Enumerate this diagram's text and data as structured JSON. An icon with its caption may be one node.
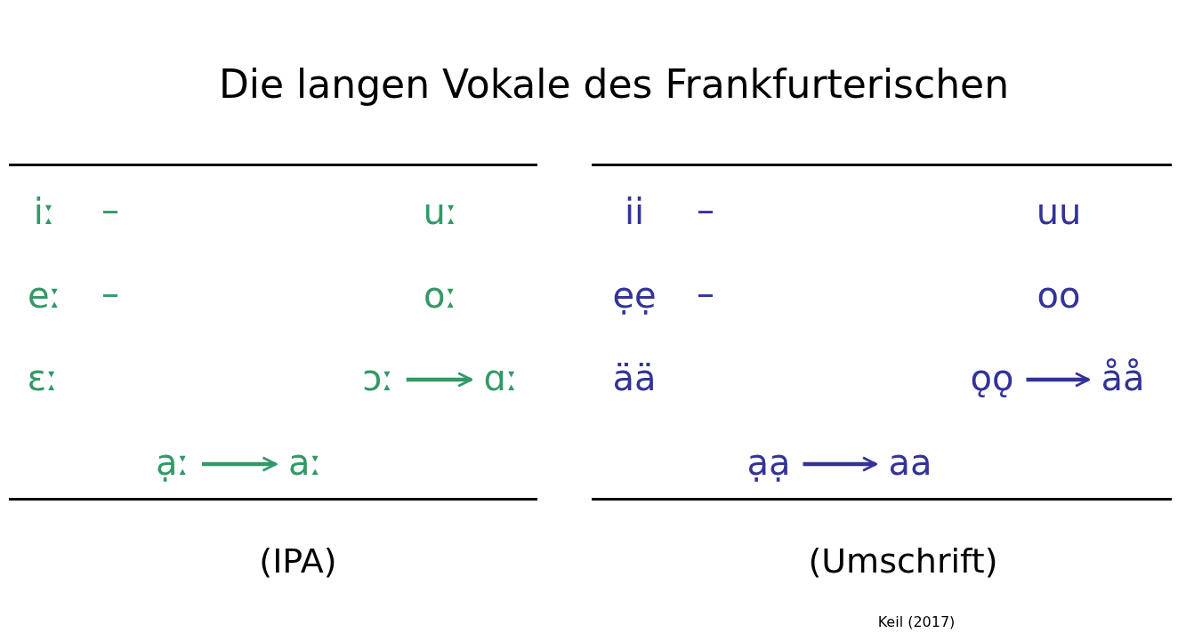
{
  "diagram": {
    "title": "Die langen Vokale des Frankfurterischen",
    "nodes": [
      {
        "text": [
          "ɔː"
        ]
      },
      {
        "text": [
          "ɑː"
        ]
      },
      {
        "text": [
          "ạː"
        ]
      },
      {
        "text": [
          "aː"
        ]
      },
      {
        "text": [
          "ǫǫ"
        ]
      },
      {
        "text": [
          "åå"
        ]
      },
      {
        "text": [
          "ạạ"
        ]
      },
      {
        "text": [
          "aa"
        ]
      }
    ],
    "edges": [
      {
        "from": 0,
        "to": 1,
        "arrow": "to",
        "color": "#339966"
      },
      {
        "from": 2,
        "to": 3,
        "arrow": "to",
        "color": "#339966"
      },
      {
        "from": 4,
        "to": 5,
        "arrow": "to",
        "color": "#333399"
      },
      {
        "from": 6,
        "to": 7,
        "arrow": "to",
        "color": "#333399"
      }
    ],
    "labels": [
      "iː",
      "–",
      "uː",
      "eː",
      "–",
      "oː",
      "ɛː",
      "ii",
      "–",
      "uu",
      "ẹẹ",
      "–",
      "oo",
      "ää",
      "(IPA)",
      "(Umschrift)",
      "Keil (2017)"
    ]
  }
}
